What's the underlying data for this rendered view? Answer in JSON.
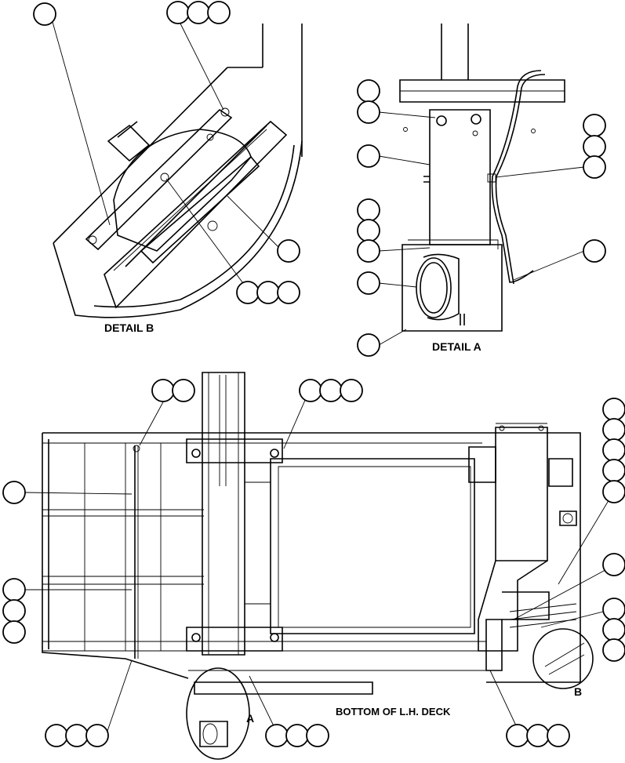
{
  "labels": {
    "detail_b": "DETAIL B",
    "detail_a": "DETAIL A",
    "bottom_deck": "BOTTOM OF L.H. DECK",
    "callout_a": "A",
    "callout_b": "B"
  }
}
